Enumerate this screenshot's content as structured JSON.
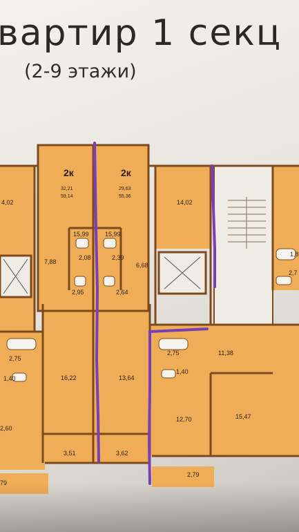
{
  "header": {
    "title": "вартир  1 секц",
    "subtitle": "(2-9 этажи)"
  },
  "apartments": [
    {
      "rooms": "2к",
      "living_area": "32,21",
      "total_area": "59,14"
    },
    {
      "rooms": "2к",
      "living_area": "29,63",
      "total_area": "55,36"
    }
  ],
  "room_areas": {
    "left_edge_room": "4,02",
    "right_top_room": "14,02",
    "right_top_small": "1,8",
    "right_top_small2": "2,7",
    "kitchen_left": "15,99",
    "kitchen_right": "15,99",
    "hall_left": "7,88",
    "bath_left": "2,08",
    "bath_right": "2,39",
    "hall_right": "6,68",
    "wc_left": "2,95",
    "wc_right": "2,64",
    "left_bath2": "2,75",
    "left_wc2": "1,40",
    "room_left_bottom": "16,22",
    "room_right_bottom": "13,64",
    "right_bath2": "2,75",
    "right_wc2": "1,40",
    "right_room_top": "11,38",
    "right_hall_bottom": "12,70",
    "right_room_bottom": "15,47",
    "left_room_far": "2,60",
    "balcony_left": "3,51",
    "balcony_right": "3,62",
    "balcony_bottom_right": "2,79",
    "balcony_bottom_left": "79"
  },
  "colors": {
    "apartment_fill": "#f0ad57",
    "wall": "#7d4a1e",
    "common_area": "#efece6",
    "marker": "#7b3fb5"
  }
}
